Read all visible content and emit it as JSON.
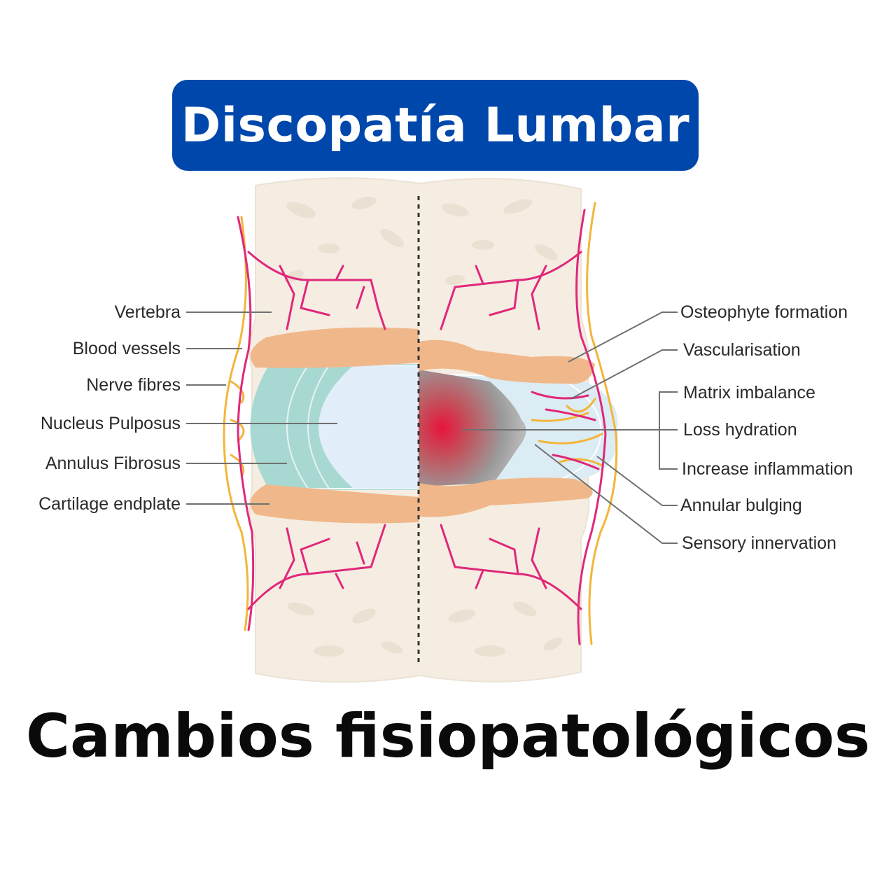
{
  "header": {
    "title": "Discopatía Lumbar"
  },
  "footer": {
    "subtitle": "Cambios fisiopatológicos"
  },
  "labels": {
    "left": [
      "Vertebra",
      "Blood vessels",
      "Nerve fibres",
      "Nucleus Pulposus",
      "Annulus Fibrosus",
      "Cartilage endplate"
    ],
    "right": [
      "Osteophyte formation",
      "Vascularisation",
      "Matrix imbalance",
      "Loss hydration",
      "Increase inflammation",
      "Annular bulging",
      "Sensory innervation"
    ]
  },
  "colors": {
    "title_box": "#0047ab",
    "bone": "#f5ede2",
    "endplate": "#f0b88a",
    "annulus": "#a8d8d2",
    "nucleus": "#e2eef9",
    "vessels": "#e0287a",
    "nerves": "#f2b63a",
    "inflammation": "#e8143c"
  }
}
